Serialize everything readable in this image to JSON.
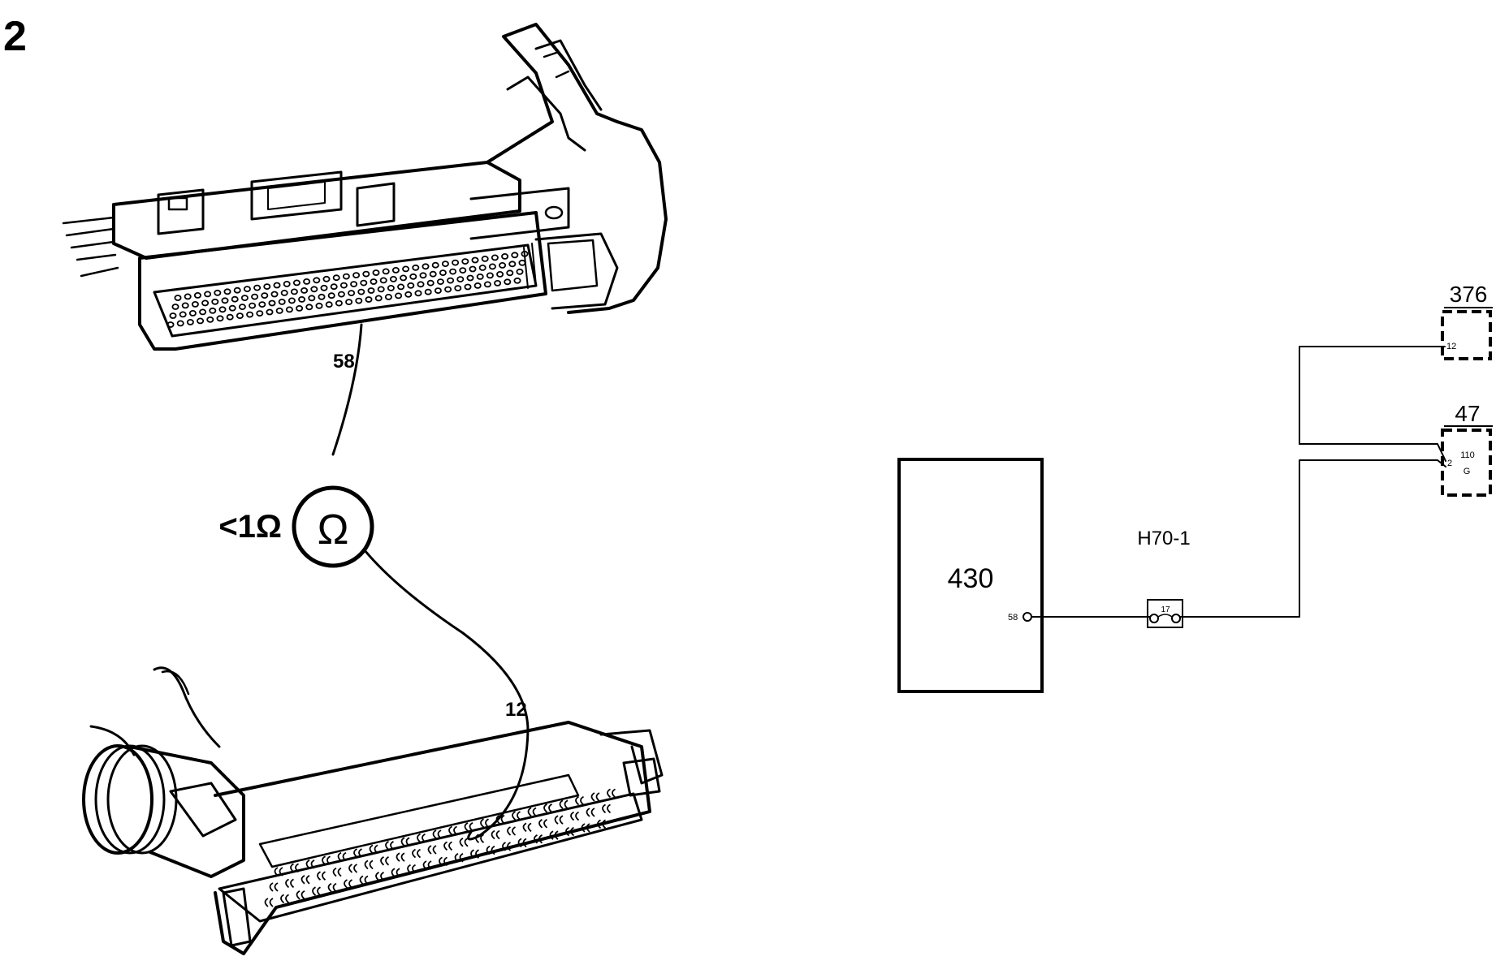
{
  "figure_number": "2",
  "ohmmeter": {
    "symbol": "Ω",
    "reading": "<1Ω",
    "probe_a_pin": "58",
    "probe_b_pin": "12"
  },
  "schematic": {
    "ecu": {
      "label": "430",
      "pin": "58"
    },
    "connector": {
      "label": "H70-1",
      "pin": "17"
    },
    "component_376": {
      "label": "376",
      "pin": "12"
    },
    "component_47": {
      "label": "47",
      "pin_left": "2",
      "pin_right": "110",
      "pin_sub": "G"
    }
  },
  "icons": [
    "ecu-connector-drawing",
    "harness-connector-drawing",
    "ohmmeter-icon"
  ]
}
